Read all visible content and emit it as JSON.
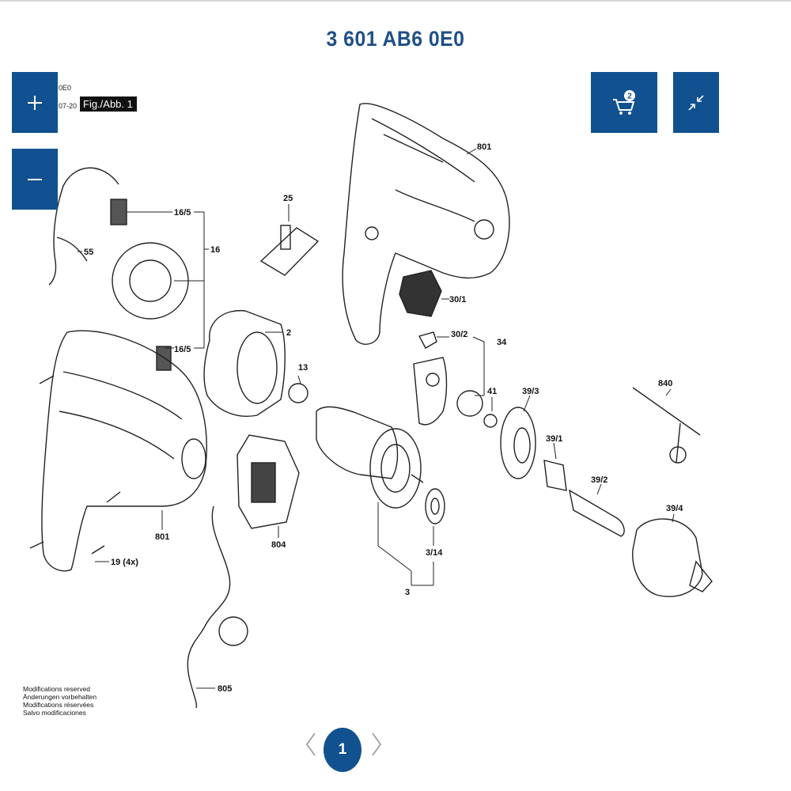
{
  "page": {
    "title": "3 601 AB6 0E0",
    "header_left_top": "0E0",
    "header_left_date": "07-20",
    "figure_label": "Fig./Abb. 1"
  },
  "toolbar": {
    "zoom_in_icon": "plus-icon",
    "zoom_out_icon": "minus-icon",
    "cart_icon": "cart-icon",
    "cart_count": "2",
    "collapse_icon": "collapse-arrows-icon",
    "accent_color": "#11518f"
  },
  "parts": {
    "p801_housing": "801",
    "p25": "25",
    "p16_5_top": "16/5",
    "p16": "16",
    "p55": "55",
    "p16_5_bottom": "16/5",
    "p2": "2",
    "p13": "13",
    "p30_1": "30/1",
    "p30_2": "30/2",
    "p34": "34",
    "p41": "41",
    "p39_3": "39/3",
    "p840": "840",
    "p39_1": "39/1",
    "p39_2": "39/2",
    "p39_4": "39/4",
    "p801_left": "801",
    "p804": "804",
    "p19": "19 (4x)",
    "p3_14": "3/14",
    "p3": "3",
    "p805": "805"
  },
  "notes": {
    "line1": "Modifications reserved",
    "line2": "Änderungen vorbehalten",
    "line3": "Modifications réservées",
    "line4": "Salvo modificaciones"
  },
  "pagination": {
    "current_page": "1",
    "prev_icon": "chevron-left-icon",
    "next_icon": "chevron-right-icon"
  }
}
